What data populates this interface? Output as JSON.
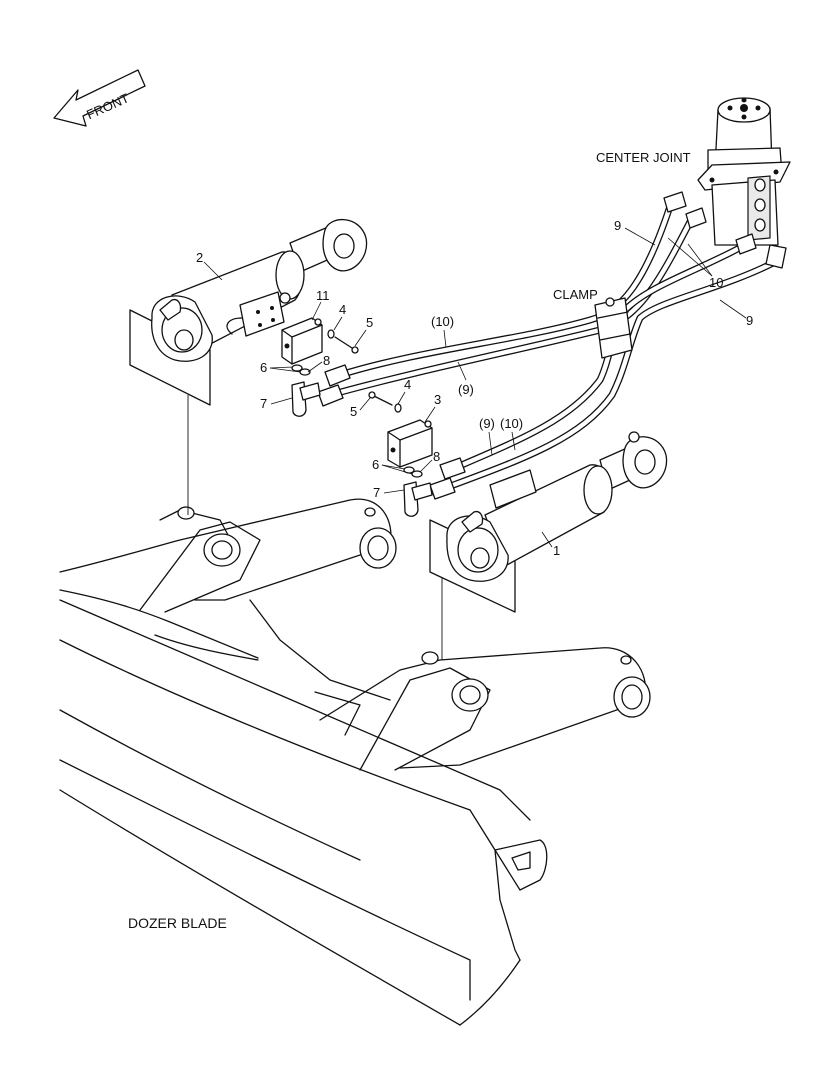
{
  "labels": {
    "front": "FRONT",
    "center_joint": "CENTER JOINT",
    "clamp": "CLAMP",
    "dozer_blade": "DOZER BLADE"
  },
  "callouts": {
    "c1": "1",
    "c2": "2",
    "c3": "3",
    "c4a": "4",
    "c4b": "4",
    "c5a": "5",
    "c5b": "5",
    "c6a": "6",
    "c6b": "6",
    "c7a": "7",
    "c7b": "7",
    "c8a": "8",
    "c8b": "8",
    "c9a": "9",
    "c9b": "9",
    "c9p1": "(9)",
    "c9p2": "(9)",
    "c10a": "10",
    "c10p1": "(10)",
    "c10p2": "(10)",
    "c11": "11"
  }
}
